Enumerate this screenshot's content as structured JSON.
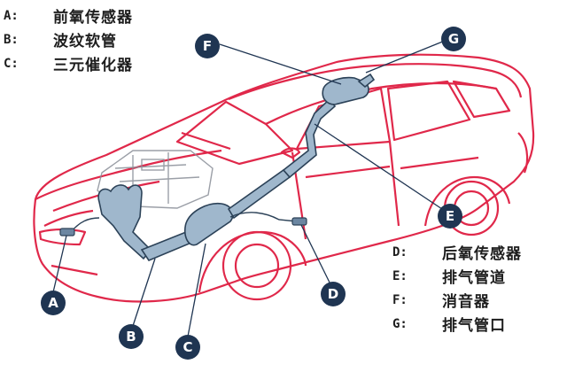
{
  "legend_left": [
    {
      "key": "A:",
      "text": "前氧传感器"
    },
    {
      "key": "B:",
      "text": "波纹软管"
    },
    {
      "key": "C:",
      "text": "三元催化器"
    }
  ],
  "legend_right": [
    {
      "key": "D:",
      "text": "后氧传感器"
    },
    {
      "key": "E:",
      "text": "排气管道"
    },
    {
      "key": "F:",
      "text": "消音器"
    },
    {
      "key": "G:",
      "text": "排气管口"
    }
  ],
  "callouts": {
    "a": "A",
    "b": "B",
    "c": "C",
    "d": "D",
    "e": "E",
    "f": "F",
    "g": "G"
  },
  "colors": {
    "car_outline": "#e0284a",
    "exhaust_fill": "#9fb7cc",
    "exhaust_stroke": "#2c4258",
    "callout_bg": "#1f3552"
  }
}
